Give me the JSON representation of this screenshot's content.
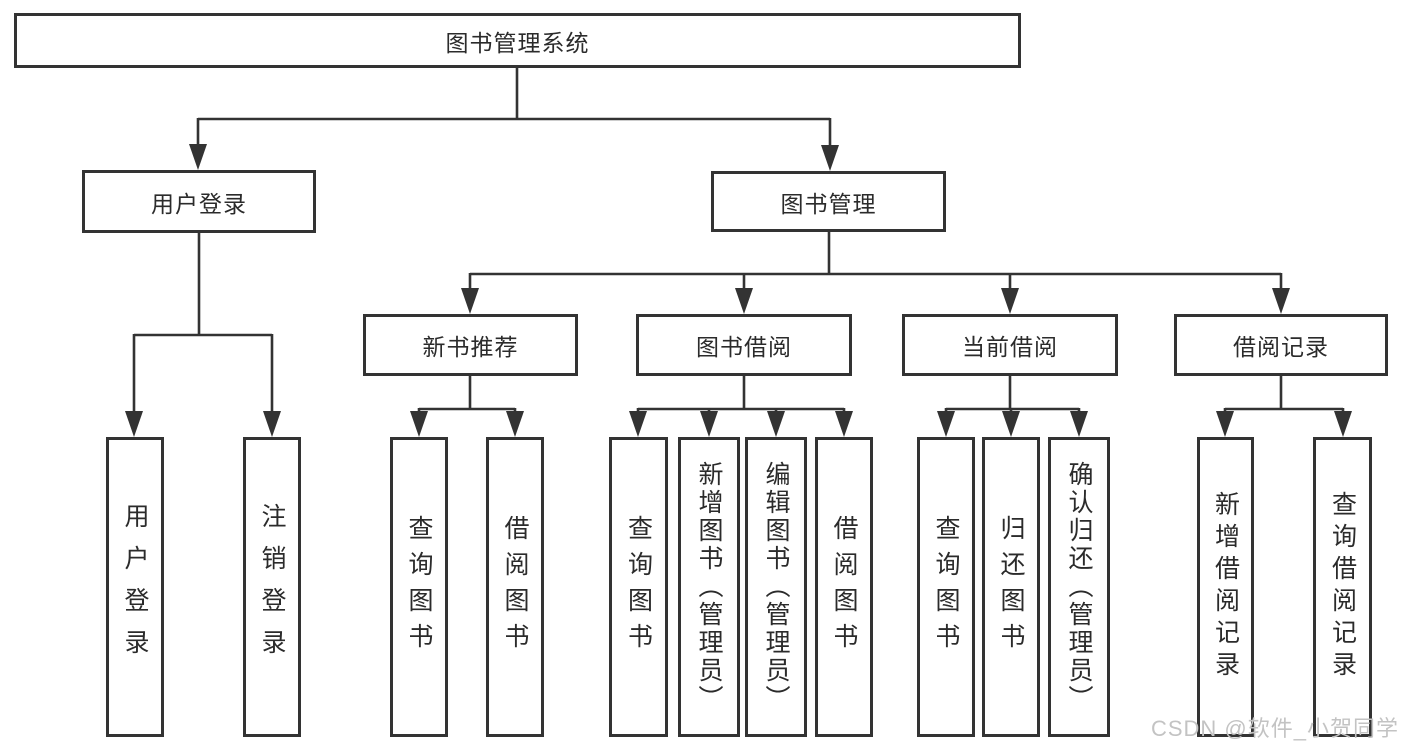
{
  "diagram": {
    "type": "tree",
    "orientation": "top-down",
    "tree": {
      "label": "图书管理系统",
      "children": [
        {
          "label": "用户登录",
          "children": [
            {
              "label": "用户登录"
            },
            {
              "label": "注销登录"
            }
          ]
        },
        {
          "label": "图书管理",
          "children": [
            {
              "label": "新书推荐",
              "children": [
                {
                  "label": "查询图书"
                },
                {
                  "label": "借阅图书"
                }
              ]
            },
            {
              "label": "图书借阅",
              "children": [
                {
                  "label": "查询图书"
                },
                {
                  "label": "新增图书（管理员）"
                },
                {
                  "label": "编辑图书（管理员）"
                },
                {
                  "label": "借阅图书"
                }
              ]
            },
            {
              "label": "当前借阅",
              "children": [
                {
                  "label": "查询图书"
                },
                {
                  "label": "归还图书"
                },
                {
                  "label": "确认归还（管理员）"
                }
              ]
            },
            {
              "label": "借阅记录",
              "children": [
                {
                  "label": "新增借阅记录"
                },
                {
                  "label": "查询借阅记录"
                }
              ]
            }
          ]
        }
      ]
    },
    "colors": {
      "line": "#333333",
      "box_border": "#333333",
      "box_fill": "#ffffff",
      "text": "#2b2b2b"
    }
  },
  "watermark": {
    "text": "CSDN @软件_小贺同学",
    "color": "#c3c3c3"
  }
}
